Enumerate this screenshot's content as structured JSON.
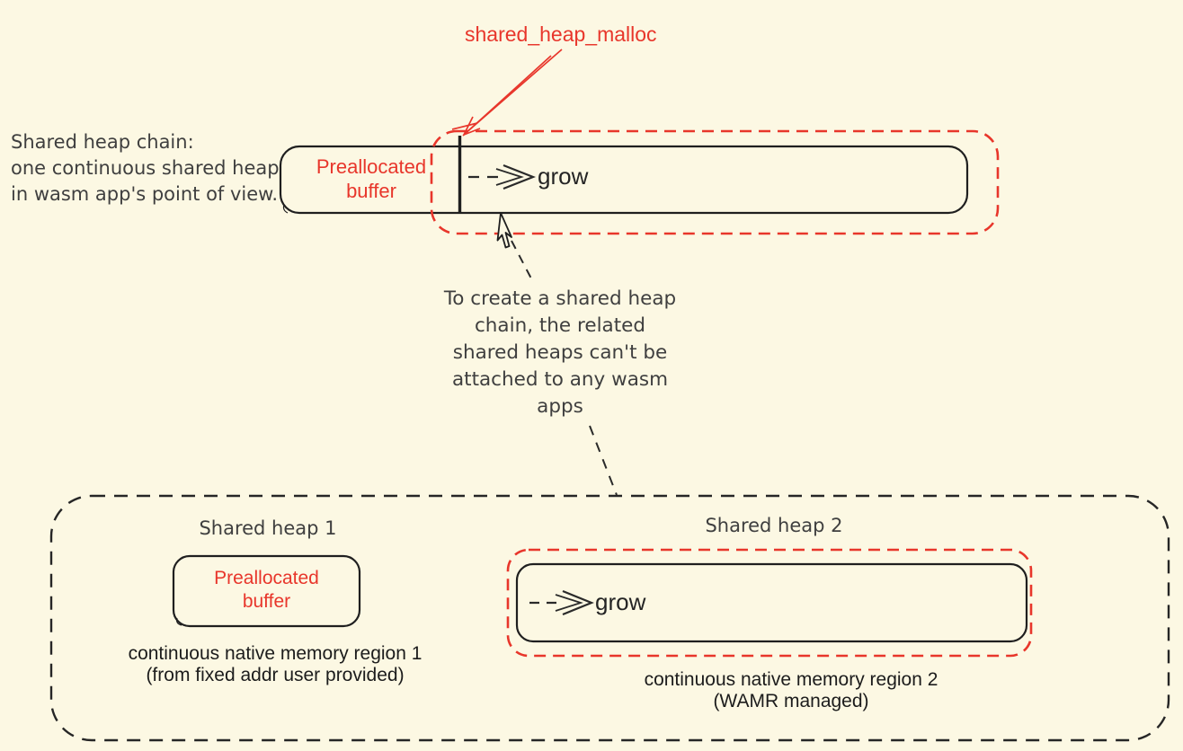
{
  "colors": {
    "background": "#FCF8E3",
    "red": "#E8362B",
    "ink": "#1F1F1F",
    "gray_text": "#3F3F3F"
  },
  "top_section": {
    "malloc_label": "shared_heap_malloc",
    "left_note_lines": [
      "Shared heap chain:",
      "one continuous shared heap",
      "in wasm app's point of view."
    ],
    "preallocated_buffer_line1": "Preallocated",
    "preallocated_buffer_line2": "buffer",
    "grow_label": "grow"
  },
  "middle_note_lines": [
    "To create a shared heap",
    "chain, the related",
    "shared heaps can't be",
    "attached to any wasm",
    "apps"
  ],
  "bottom_section": {
    "heap1": {
      "title": "Shared heap 1",
      "buffer_line1": "Preallocated",
      "buffer_line2": "buffer",
      "caption_line1": "continuous native memory region 1",
      "caption_line2": "(from fixed addr user provided)"
    },
    "heap2": {
      "title": "Shared heap 2",
      "grow_label": "grow",
      "caption_line1": "continuous native memory region 2",
      "caption_line2": "(WAMR managed)"
    }
  }
}
